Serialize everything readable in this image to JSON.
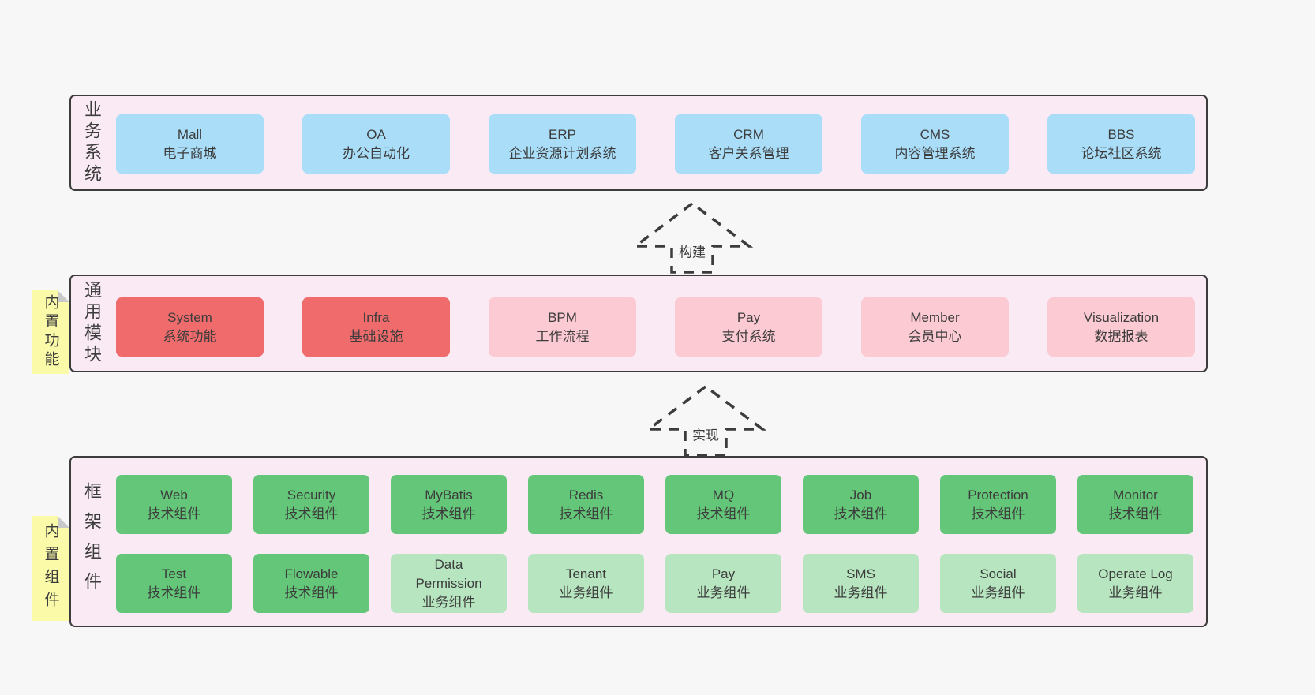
{
  "colors": {
    "page-bg": "#f7f7f7",
    "layer-bg": "#f9eaf4",
    "line": "#3c3c3c",
    "text": "#3c3c3c",
    "blue": "#a9ddf8",
    "red": "#f06b6c",
    "pink": "#fccad3",
    "green-dark": "#64c678",
    "green-light": "#b6e5bf",
    "note": "#fafaa9",
    "fold": "#c9c9c9"
  },
  "arrows": [
    {
      "label": "构建"
    },
    {
      "label": "实现"
    }
  ],
  "layers": [
    {
      "name": "business-systems",
      "label": "业务系统",
      "boxes": [
        {
          "title": "Mall",
          "subtitle": "电子商城",
          "variant": "blue"
        },
        {
          "title": "OA",
          "subtitle": "办公自动化",
          "variant": "blue"
        },
        {
          "title": "ERP",
          "subtitle": "企业资源计划系统",
          "variant": "blue"
        },
        {
          "title": "CRM",
          "subtitle": "客户关系管理",
          "variant": "blue"
        },
        {
          "title": "CMS",
          "subtitle": "内容管理系统",
          "variant": "blue"
        },
        {
          "title": "BBS",
          "subtitle": "论坛社区系统",
          "variant": "blue"
        }
      ]
    },
    {
      "name": "common-modules",
      "label": "通用模块",
      "note": "内置功能",
      "boxes": [
        {
          "title": "System",
          "subtitle": "系统功能",
          "variant": "red"
        },
        {
          "title": "Infra",
          "subtitle": "基础设施",
          "variant": "red"
        },
        {
          "title": "BPM",
          "subtitle": "工作流程",
          "variant": "pink"
        },
        {
          "title": "Pay",
          "subtitle": "支付系统",
          "variant": "pink"
        },
        {
          "title": "Member",
          "subtitle": "会员中心",
          "variant": "pink"
        },
        {
          "title": "Visualization",
          "subtitle": "数据报表",
          "variant": "pink"
        }
      ]
    },
    {
      "name": "framework-components",
      "label": "框架组件",
      "note": "内置组件",
      "rows": [
        [
          {
            "title": "Web",
            "subtitle": "技术组件",
            "variant": "green-dark"
          },
          {
            "title": "Security",
            "subtitle": "技术组件",
            "variant": "green-dark"
          },
          {
            "title": "MyBatis",
            "subtitle": "技术组件",
            "variant": "green-dark"
          },
          {
            "title": "Redis",
            "subtitle": "技术组件",
            "variant": "green-dark"
          },
          {
            "title": "MQ",
            "subtitle": "技术组件",
            "variant": "green-dark"
          },
          {
            "title": "Job",
            "subtitle": "技术组件",
            "variant": "green-dark"
          },
          {
            "title": "Protection",
            "subtitle": "技术组件",
            "variant": "green-dark"
          },
          {
            "title": "Monitor",
            "subtitle": "技术组件",
            "variant": "green-dark"
          }
        ],
        [
          {
            "title": "Test",
            "subtitle": "技术组件",
            "variant": "green-dark"
          },
          {
            "title": "Flowable",
            "subtitle": "技术组件",
            "variant": "green-dark"
          },
          {
            "title": "Data Permission",
            "subtitle": "业务组件",
            "variant": "green-light"
          },
          {
            "title": "Tenant",
            "subtitle": "业务组件",
            "variant": "green-light"
          },
          {
            "title": "Pay",
            "subtitle": "业务组件",
            "variant": "green-light"
          },
          {
            "title": "SMS",
            "subtitle": "业务组件",
            "variant": "green-light"
          },
          {
            "title": "Social",
            "subtitle": "业务组件",
            "variant": "green-light"
          },
          {
            "title": "Operate Log",
            "subtitle": "业务组件",
            "variant": "green-light"
          }
        ]
      ]
    }
  ]
}
